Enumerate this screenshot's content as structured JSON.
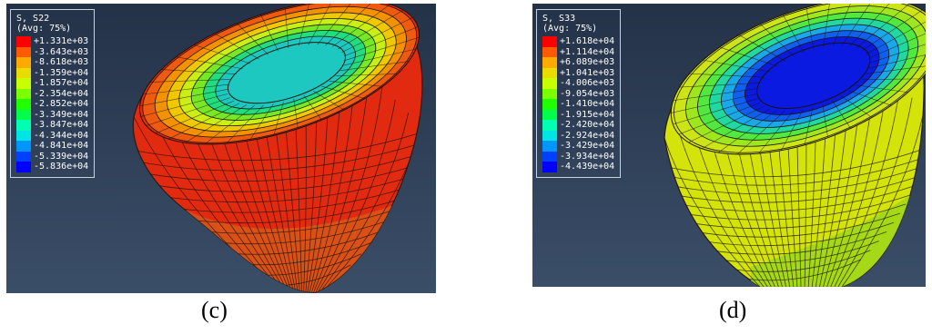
{
  "panels": [
    {
      "id": "c",
      "caption": "(c)",
      "legend_title": "S, S22",
      "legend_subtitle": "(Avg: 75%)",
      "legend_values": [
        "+1.331e+03",
        "-3.643e+03",
        "-8.618e+03",
        "-1.359e+04",
        "-1.857e+04",
        "-2.354e+04",
        "-2.852e+04",
        "-3.349e+04",
        "-3.847e+04",
        "-4.344e+04",
        "-4.841e+04",
        "-5.339e+04",
        "-5.836e+04"
      ],
      "legend_colors": [
        "#ff0000",
        "#ff5a00",
        "#ffaa00",
        "#e8dd00",
        "#c8ff00",
        "#7cff00",
        "#20ff00",
        "#00ff4a",
        "#00ffb0",
        "#00e4e4",
        "#0096ff",
        "#0040ff",
        "#0000ff"
      ],
      "body_color": "#e22a10",
      "band_colors": [
        "#1cc8c0",
        "#22dd80",
        "#77e826",
        "#c9ef14",
        "#f0c800",
        "#f39200",
        "#ee5a10"
      ]
    },
    {
      "id": "d",
      "caption": "(d)",
      "legend_title": "S, S33",
      "legend_subtitle": "(Avg: 75%)",
      "legend_values": [
        "+1.618e+04",
        "+1.114e+04",
        "+6.089e+03",
        "+1.041e+03",
        "-4.006e+03",
        "-9.054e+03",
        "-1.410e+04",
        "-1.915e+04",
        "-2.420e+04",
        "-2.924e+04",
        "-3.429e+04",
        "-3.934e+04",
        "-4.439e+04"
      ],
      "legend_colors": [
        "#ff0000",
        "#ff5a00",
        "#ffaa00",
        "#e8dd00",
        "#c8ff00",
        "#7cff00",
        "#20ff00",
        "#00ff4a",
        "#00ffb0",
        "#00e4e4",
        "#0096ff",
        "#0040ff",
        "#0000ff"
      ],
      "body_color": "#d4e30a",
      "band_colors": [
        "#0a1ae0",
        "#1060f0",
        "#1aa8e8",
        "#20d8a0",
        "#52e840",
        "#9ee620",
        "#cde416"
      ]
    }
  ]
}
